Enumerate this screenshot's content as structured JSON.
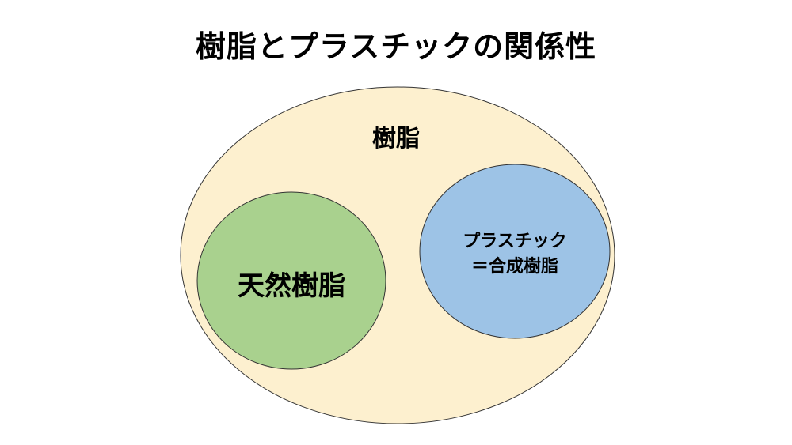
{
  "title": "樹脂とプラスチックの関係性",
  "diagram": {
    "outer": {
      "label": "樹脂",
      "fill": "#fdf0cf"
    },
    "natural": {
      "label": "天然樹脂",
      "fill": "#a9d18e"
    },
    "plastic": {
      "label_line1": "プラスチック",
      "label_line2": "＝合成樹脂",
      "fill": "#9dc3e6"
    },
    "stroke": "#333333"
  }
}
